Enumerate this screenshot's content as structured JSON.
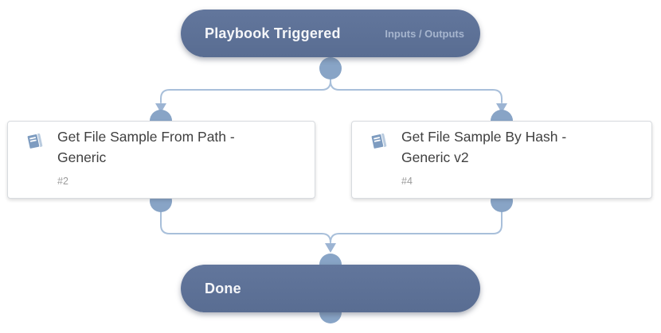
{
  "colors": {
    "node_fill": "#5d7196",
    "node_text": "#f5f6f9",
    "link_text": "#a6b5ce",
    "connector_line": "#a8bfda",
    "connector_dot": "#88a4c6",
    "arrowhead": "#9cb4d3",
    "card_border": "#d8dbdf",
    "card_title_text": "#404040",
    "card_id_text": "#9b9b9b",
    "book_icon_cover": "#7e9cc0",
    "book_icon_pages": "#b9cbdf"
  },
  "nodes": {
    "trigger": {
      "label": "Playbook Triggered",
      "link_label": "Inputs / Outputs"
    },
    "tasks": [
      {
        "id": "#2",
        "title": "Get File Sample From Path - Generic",
        "icon": "book-icon"
      },
      {
        "id": "#4",
        "title": "Get File Sample By Hash - Generic v2",
        "icon": "book-icon"
      }
    ],
    "done": {
      "label": "Done"
    }
  }
}
